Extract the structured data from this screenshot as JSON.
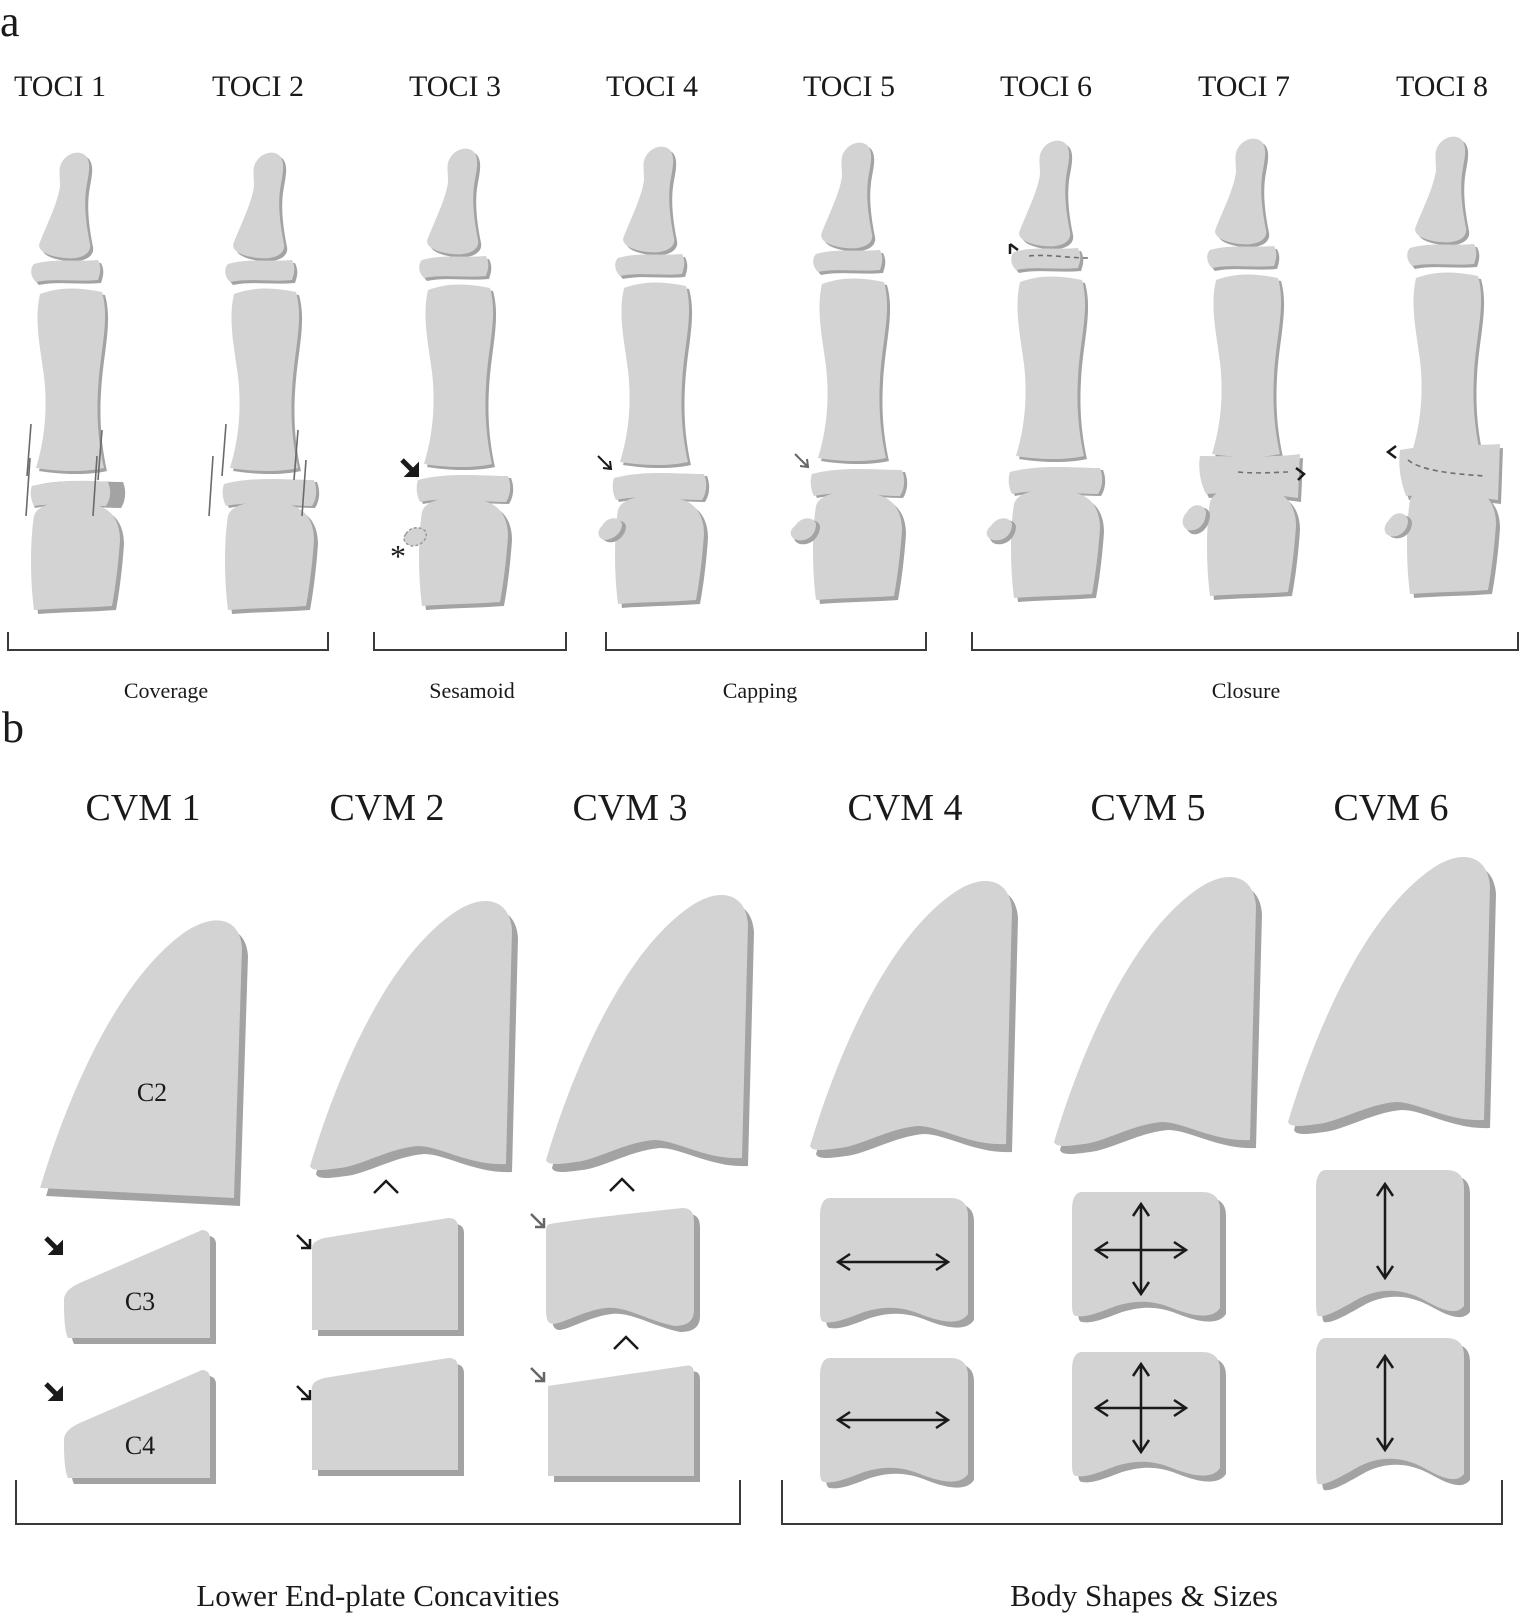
{
  "panel_a": {
    "letter": "a",
    "stages": [
      "TOCI 1",
      "TOCI 2",
      "TOCI 3",
      "TOCI 4",
      "TOCI 5",
      "TOCI 6",
      "TOCI 7",
      "TOCI 8"
    ],
    "groups": [
      "Coverage",
      "Sesamoid",
      "Capping",
      "Closure"
    ],
    "asterisk": "*"
  },
  "panel_b": {
    "letter": "b",
    "stages": [
      "CVM 1",
      "CVM 2",
      "CVM 3",
      "CVM 4",
      "CVM 5",
      "CVM 6"
    ],
    "vertebrae": [
      "C2",
      "C3",
      "C4"
    ],
    "groups": [
      "Lower End-plate Concavities",
      "Body Shapes & Sizes"
    ]
  },
  "colors": {
    "bone": "#d3d3d3",
    "bone_shadow": "#a3a3a3",
    "ink": "#1a1a1a"
  }
}
